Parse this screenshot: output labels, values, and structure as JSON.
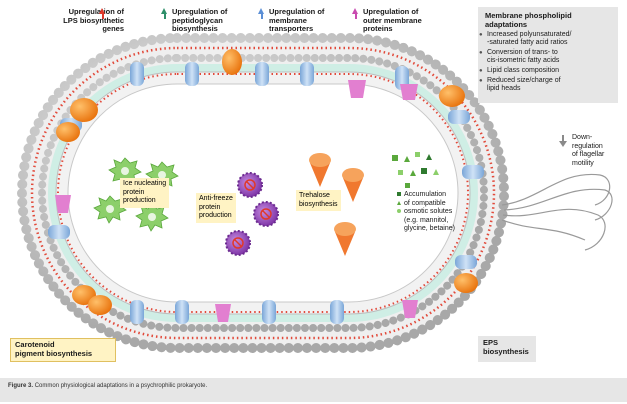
{
  "top_labels": [
    {
      "lines": [
        "Upregulation of",
        "LPS biosynthetic",
        "genes"
      ],
      "arrow_color": "#e0392b"
    },
    {
      "lines": [
        "Upregulation of",
        "peptidoglycan",
        "biosynthesis"
      ],
      "arrow_color": "#2f8f6a"
    },
    {
      "lines": [
        "Upregulation of",
        "membrane",
        "transporters"
      ],
      "arrow_color": "#5b8fd6"
    },
    {
      "lines": [
        "Upregulation of",
        "outer membrane",
        "proteins"
      ],
      "arrow_color": "#c94bb0"
    }
  ],
  "membrane_box": {
    "title_lines": [
      "Membrane phospholipid",
      "adaptations"
    ],
    "items": [
      [
        "Increased polyunsaturated/",
        "-saturated fatty acid ratios"
      ],
      [
        "Conversion of trans- to",
        "cis-isometric fatty acids"
      ],
      [
        "Lipid class composition"
      ],
      [
        "Reduced size/charge of",
        "lipid heads"
      ]
    ]
  },
  "flagellar": {
    "lines": [
      "Down-",
      "regulation",
      "of flagellar",
      "motility"
    ]
  },
  "inner": {
    "ice": [
      "Ice nucleating",
      "protein",
      "production"
    ],
    "antifreeze": [
      "Anti-freeze",
      "protein",
      "production"
    ],
    "trehalose": [
      "Trehalose",
      "biosynthesis"
    ],
    "osmotic": [
      "Accumulation",
      "of compatible",
      "osmotic solutes",
      "(e.g. mannitol,",
      "glycine, betaine)"
    ]
  },
  "carotenoid": [
    "Carotenoid",
    "pigment biosynthesis"
  ],
  "eps": [
    "EPS",
    "biosynthesis"
  ],
  "caption": {
    "figure_label": "Figure 3.",
    "text": "Common physiological adaptations in a psychrophilic prokaryote."
  },
  "colors": {
    "cytoplasm": "#ffffff",
    "periplasm": "#cfeee5",
    "lipid_head": "#c8c8c8",
    "transporter": "#9ec3e8",
    "orange_protein": "#f28c1e",
    "pink_protein": "#e27fd0",
    "ice_crystal": "#8ccf6a",
    "antifreeze": "#9a4fbf",
    "trehalose": "#f0782f",
    "callout_yellow": "#fff3c4"
  }
}
